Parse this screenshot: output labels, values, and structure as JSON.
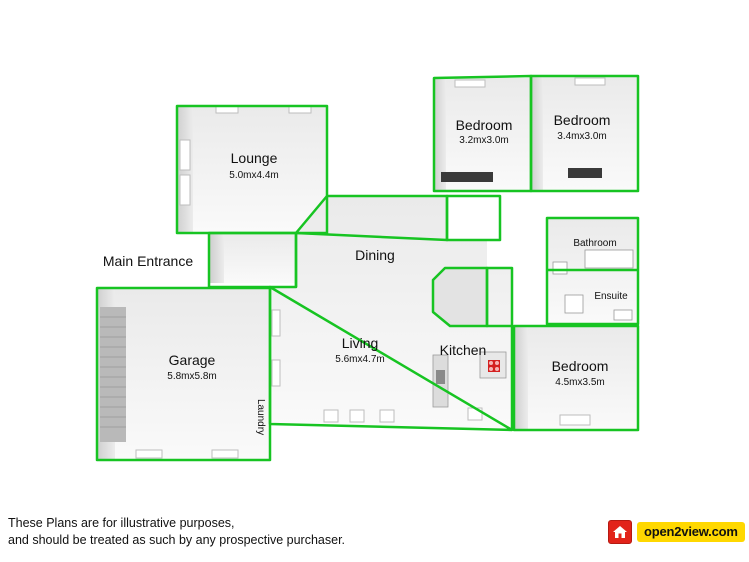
{
  "rooms": {
    "lounge": {
      "name": "Lounge",
      "size": "5.0mx4.4m"
    },
    "bedroom1": {
      "name": "Bedroom",
      "size": "3.2mx3.0m"
    },
    "bedroom2": {
      "name": "Bedroom",
      "size": "3.4mx3.0m"
    },
    "bathroom": {
      "name": "Bathroom"
    },
    "ensuite": {
      "name": "Ensuite"
    },
    "dining": {
      "name": "Dining"
    },
    "main_entrance": {
      "name": "Main Entrance"
    },
    "garage": {
      "name": "Garage",
      "size": "5.8mx5.8m"
    },
    "laundry": {
      "name": "Laundry"
    },
    "living": {
      "name": "Living",
      "size": "5.6mx4.7m"
    },
    "kitchen": {
      "name": "Kitchen"
    },
    "bedroom3": {
      "name": "Bedroom",
      "size": "4.5mx3.5m"
    }
  },
  "disclaimer": {
    "line1": "These Plans are for illustrative purposes,",
    "line2": "and should be treated as such by any prospective purchaser."
  },
  "logo": {
    "text": "open2view.com"
  },
  "colors": {
    "wall_outline": "#17c422",
    "floor": "#f1f1f1",
    "wall": "#d9d9d9"
  }
}
